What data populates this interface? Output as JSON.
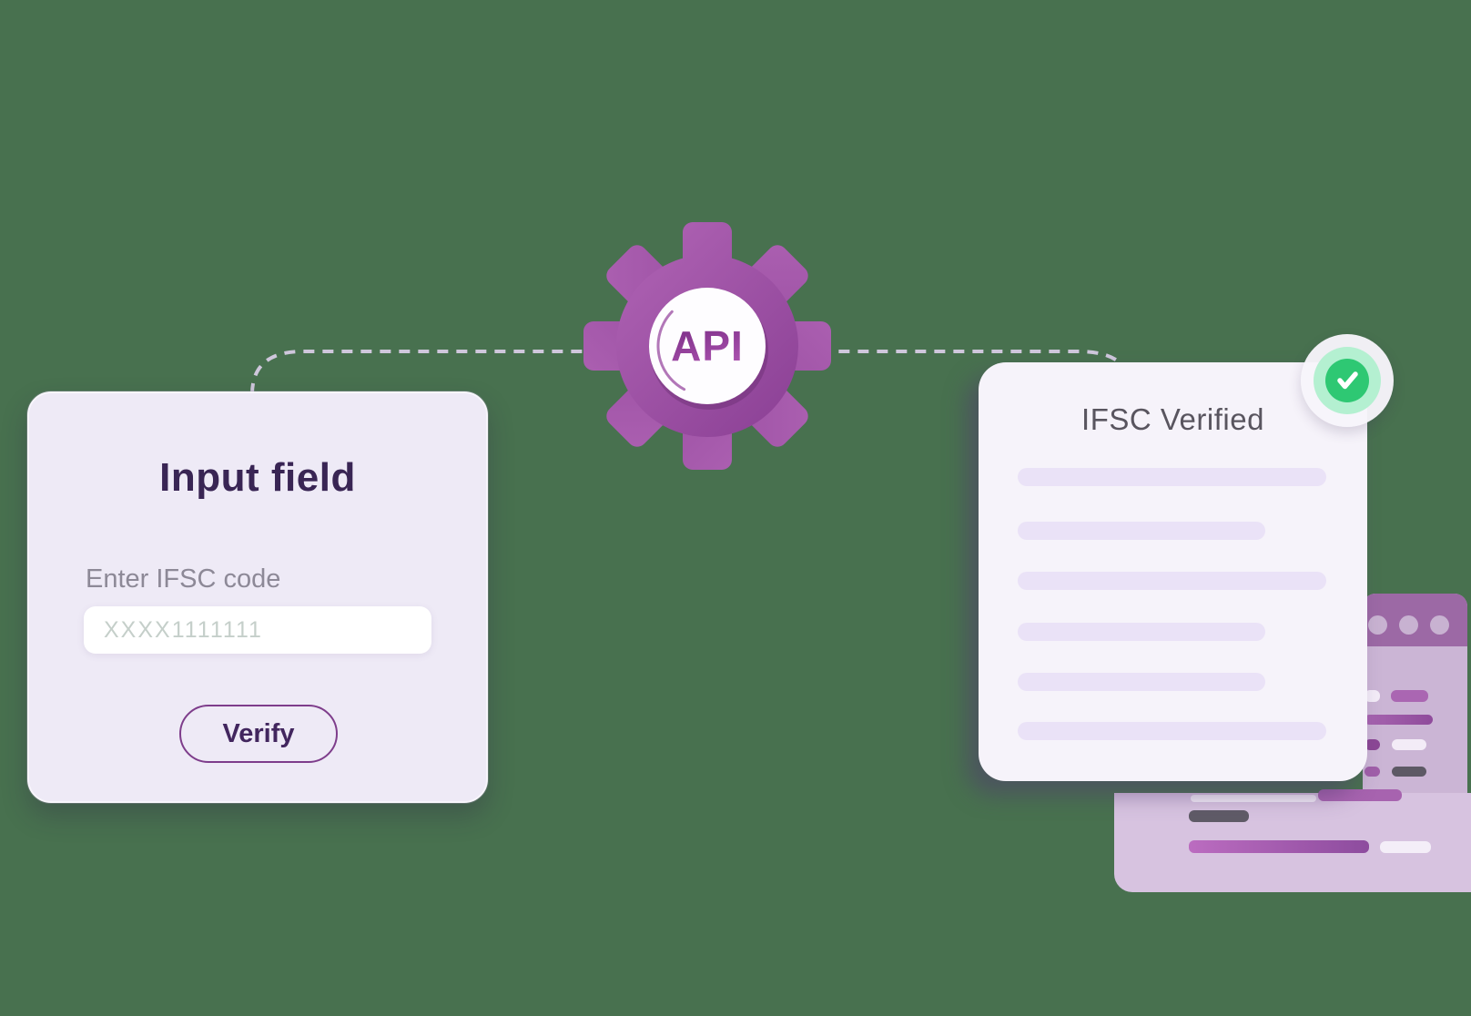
{
  "scene": {
    "background_color": "#48714F",
    "description": "IFSC code verification API illustration"
  },
  "connector": {
    "style": "dashed",
    "color": "#d7cbe4"
  },
  "gear": {
    "icon": "gear-icon",
    "label": "API",
    "color": "#9b4fa0"
  },
  "left_card": {
    "title": "Input field",
    "input_label": "Enter IFSC code",
    "input_placeholder": "XXXX1111111",
    "input_value": "",
    "button_label": "Verify",
    "title_color": "#392554",
    "button_border_color": "#7e3d8b"
  },
  "right_card": {
    "title": "IFSC Verified",
    "title_color": "#59555f",
    "verified_badge": {
      "icon": "check-circle-icon",
      "color": "#2ec873"
    }
  }
}
